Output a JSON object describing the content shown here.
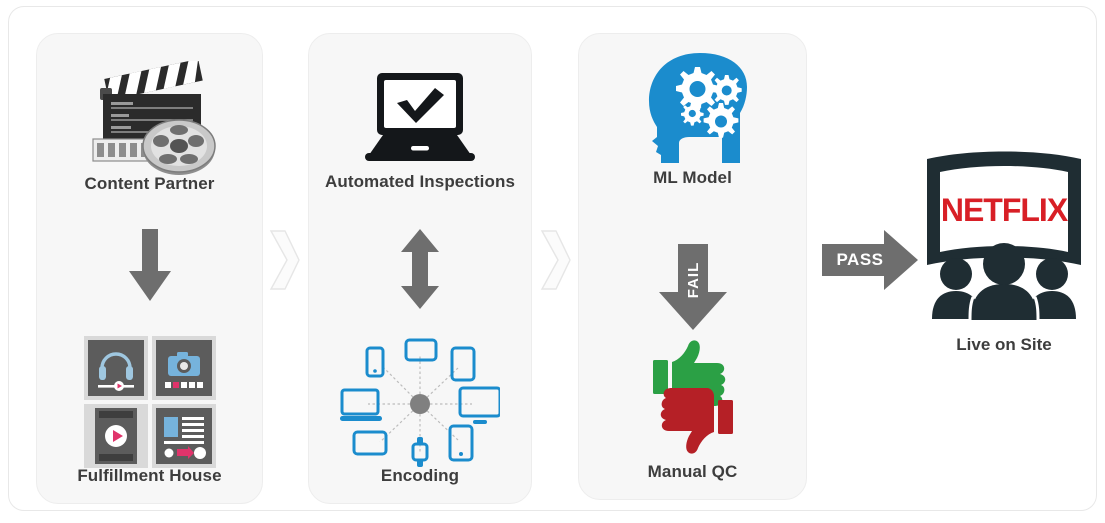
{
  "diagram": {
    "title": "Netflix content delivery quality control pipeline",
    "colors": {
      "panel_bg": "#f7f7f7",
      "panel_border": "#ededed",
      "label_text": "#3d3d3d",
      "arrow_gray": "#6e6e6e",
      "chevron_fill": "#fbfbfb",
      "chevron_stroke": "#e6e6e6",
      "brand_blue": "#1b8ccd",
      "netflix_red": "#d81f26",
      "thumb_up_green": "#2ba045",
      "thumb_down_red": "#b52026",
      "dark_navy": "#1f2d33",
      "tile_gray": "#d9d9d9",
      "tile_inner": "#5c5c5c",
      "accent_pink": "#e0346b",
      "accent_blue": "#76b3dc"
    },
    "stages": [
      {
        "id": "stage-content-partner",
        "top_icon": "film-clapperboard-reel-icon",
        "top_label": "Content Partner",
        "connector": "down-arrow",
        "connector_label": "",
        "bottom_icon": "media-formats-grid-icon",
        "bottom_label": "Fulfillment House"
      },
      {
        "id": "stage-automated-inspections",
        "top_icon": "laptop-checkmark-icon",
        "top_label": "Automated Inspections",
        "connector": "up-down-arrow",
        "connector_label": "",
        "bottom_icon": "multi-device-network-icon",
        "bottom_label": "Encoding"
      },
      {
        "id": "stage-ml-model",
        "top_icon": "head-gears-brain-icon",
        "top_label": "ML Model",
        "connector": "down-arrow-labeled",
        "connector_label": "FAIL",
        "bottom_icon": "thumbs-up-down-icon",
        "bottom_label": "Manual QC"
      }
    ],
    "separators": [
      {
        "id": "chevron-1",
        "icon": "chevron-right-icon"
      },
      {
        "id": "chevron-2",
        "icon": "chevron-right-icon"
      }
    ],
    "pass_arrow": {
      "label": "PASS",
      "icon": "right-arrow-icon"
    },
    "output": {
      "icon": "netflix-screen-audience-icon",
      "brand": "NETFLIX",
      "label": "Live on Site"
    }
  }
}
